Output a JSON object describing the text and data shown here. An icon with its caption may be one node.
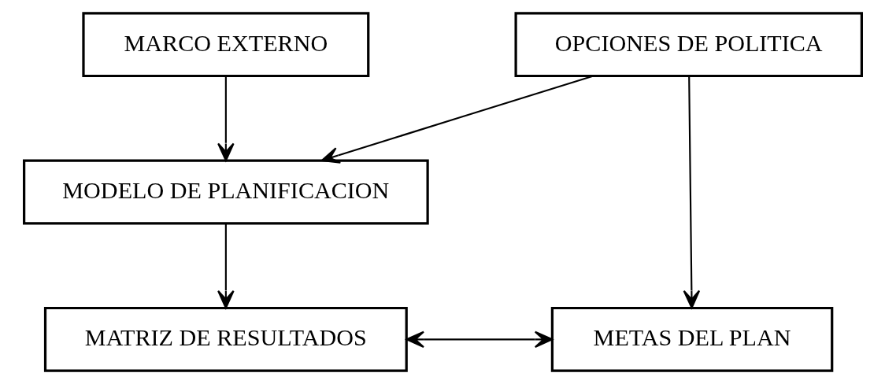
{
  "diagram": {
    "nodes": [
      {
        "text": [
          "MARCO EXTERNO"
        ]
      },
      {
        "text": [
          "OPCIONES DE POLITICA"
        ]
      },
      {
        "text": [
          "MODELO DE PLANIFICACION"
        ]
      },
      {
        "text": [
          "MATRIZ DE RESULTADOS"
        ]
      },
      {
        "text": [
          "METAS DEL PLAN"
        ]
      }
    ],
    "edges": [
      {
        "from": 0,
        "to": 2,
        "arrow": "to"
      },
      {
        "from": 1,
        "to": 2,
        "arrow": "to"
      },
      {
        "from": 1,
        "to": 4,
        "arrow": "to"
      },
      {
        "from": 2,
        "to": 3,
        "arrow": "to"
      },
      {
        "from": 3,
        "to": 4,
        "arrow": "both"
      }
    ]
  }
}
